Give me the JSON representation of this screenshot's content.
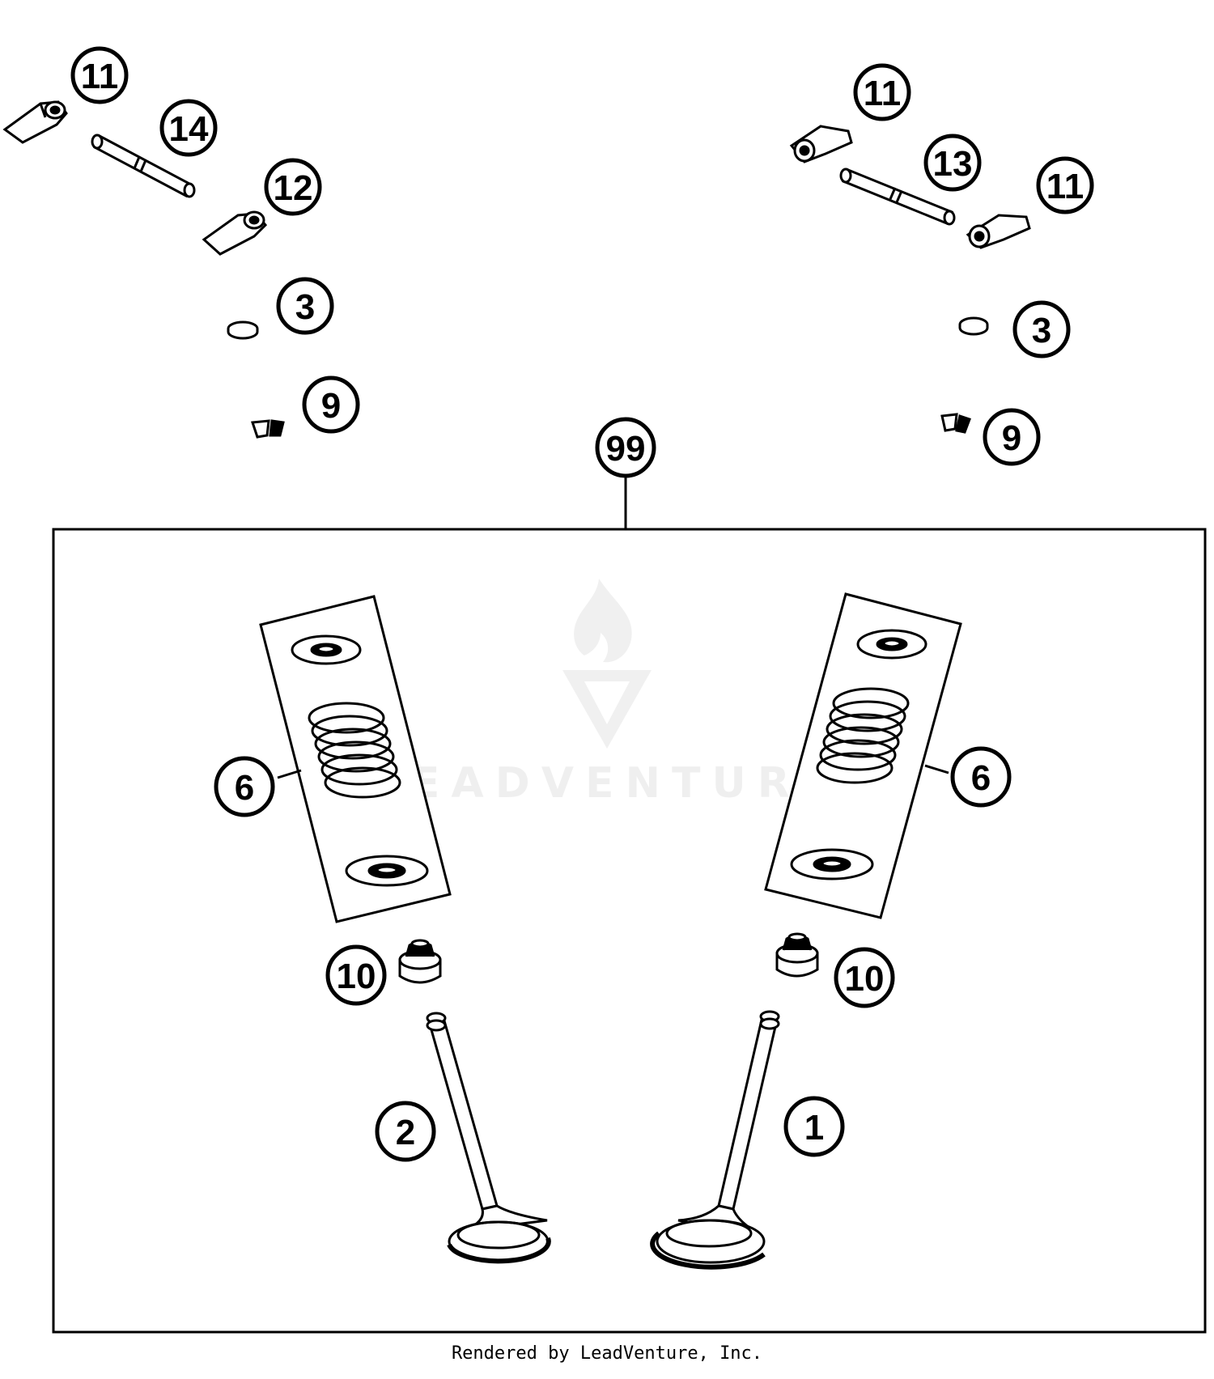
{
  "callouts": {
    "left_11": "11",
    "left_14": "14",
    "left_12": "12",
    "left_3": "3",
    "left_9": "9",
    "right_11_top": "11",
    "right_13": "13",
    "right_11_bottom": "11",
    "right_3": "3",
    "right_9": "9",
    "assembly_99": "99",
    "left_6": "6",
    "right_6": "6",
    "left_10": "10",
    "right_10": "10",
    "valve_2": "2",
    "valve_1": "1"
  },
  "watermark": {
    "brand": "LEADVENTURE"
  },
  "footer": {
    "credit": "Rendered by LeadVenture, Inc."
  }
}
